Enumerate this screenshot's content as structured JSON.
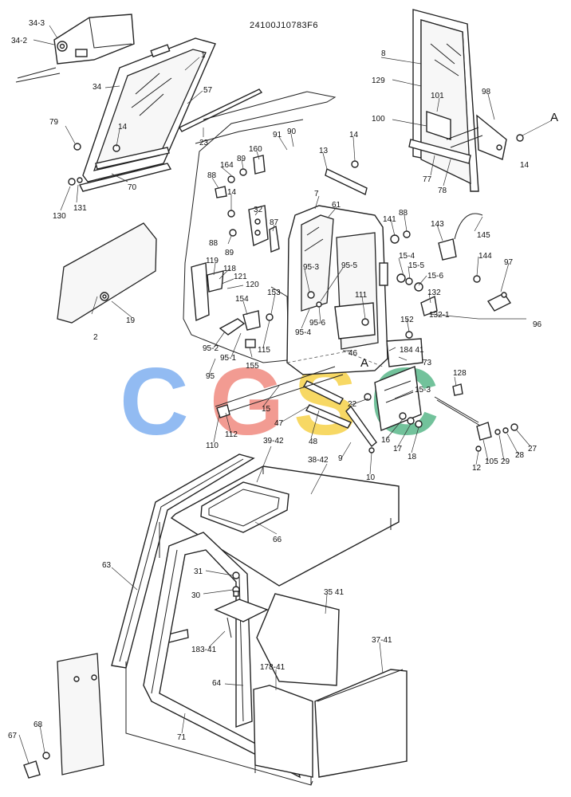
{
  "drawing_code": "24100J10783F6",
  "watermark": {
    "letters": [
      "C",
      "G",
      "S",
      "C"
    ],
    "colors": [
      "#7fb0f0",
      "#f08a80",
      "#f6d24a",
      "#5ab88a"
    ]
  },
  "section_marks": [
    "A",
    "A"
  ],
  "labels": [
    "34-3",
    "34-2",
    "34",
    "79",
    "14",
    "1",
    "57",
    "23",
    "70",
    "130",
    "131",
    "91",
    "90",
    "164",
    "89",
    "160",
    "88",
    "14",
    "13",
    "14",
    "8",
    "129",
    "101",
    "100",
    "98",
    "77",
    "78",
    "14",
    "7",
    "61",
    "32",
    "87",
    "88",
    "89",
    "141",
    "88",
    "143",
    "145",
    "2",
    "19",
    "119",
    "118",
    "121",
    "120",
    "154",
    "153",
    "95-3",
    "95-5",
    "111",
    "15-4",
    "15-5",
    "15-6",
    "144",
    "97",
    "132",
    "132-1",
    "96",
    "95-6",
    "95-4",
    "152",
    "115",
    "46",
    "184 41",
    "73",
    "95-2",
    "95-1",
    "95",
    "155",
    "128",
    "15-3",
    "15",
    "47",
    "22",
    "110",
    "112",
    "48",
    "16",
    "17",
    "18",
    "105",
    "29",
    "28",
    "27",
    "9",
    "12",
    "10",
    "39-42",
    "38-42",
    "66",
    "63",
    "31",
    "30",
    "35 41",
    "183-41",
    "37-41",
    "178-41",
    "64",
    "71",
    "67",
    "68"
  ]
}
